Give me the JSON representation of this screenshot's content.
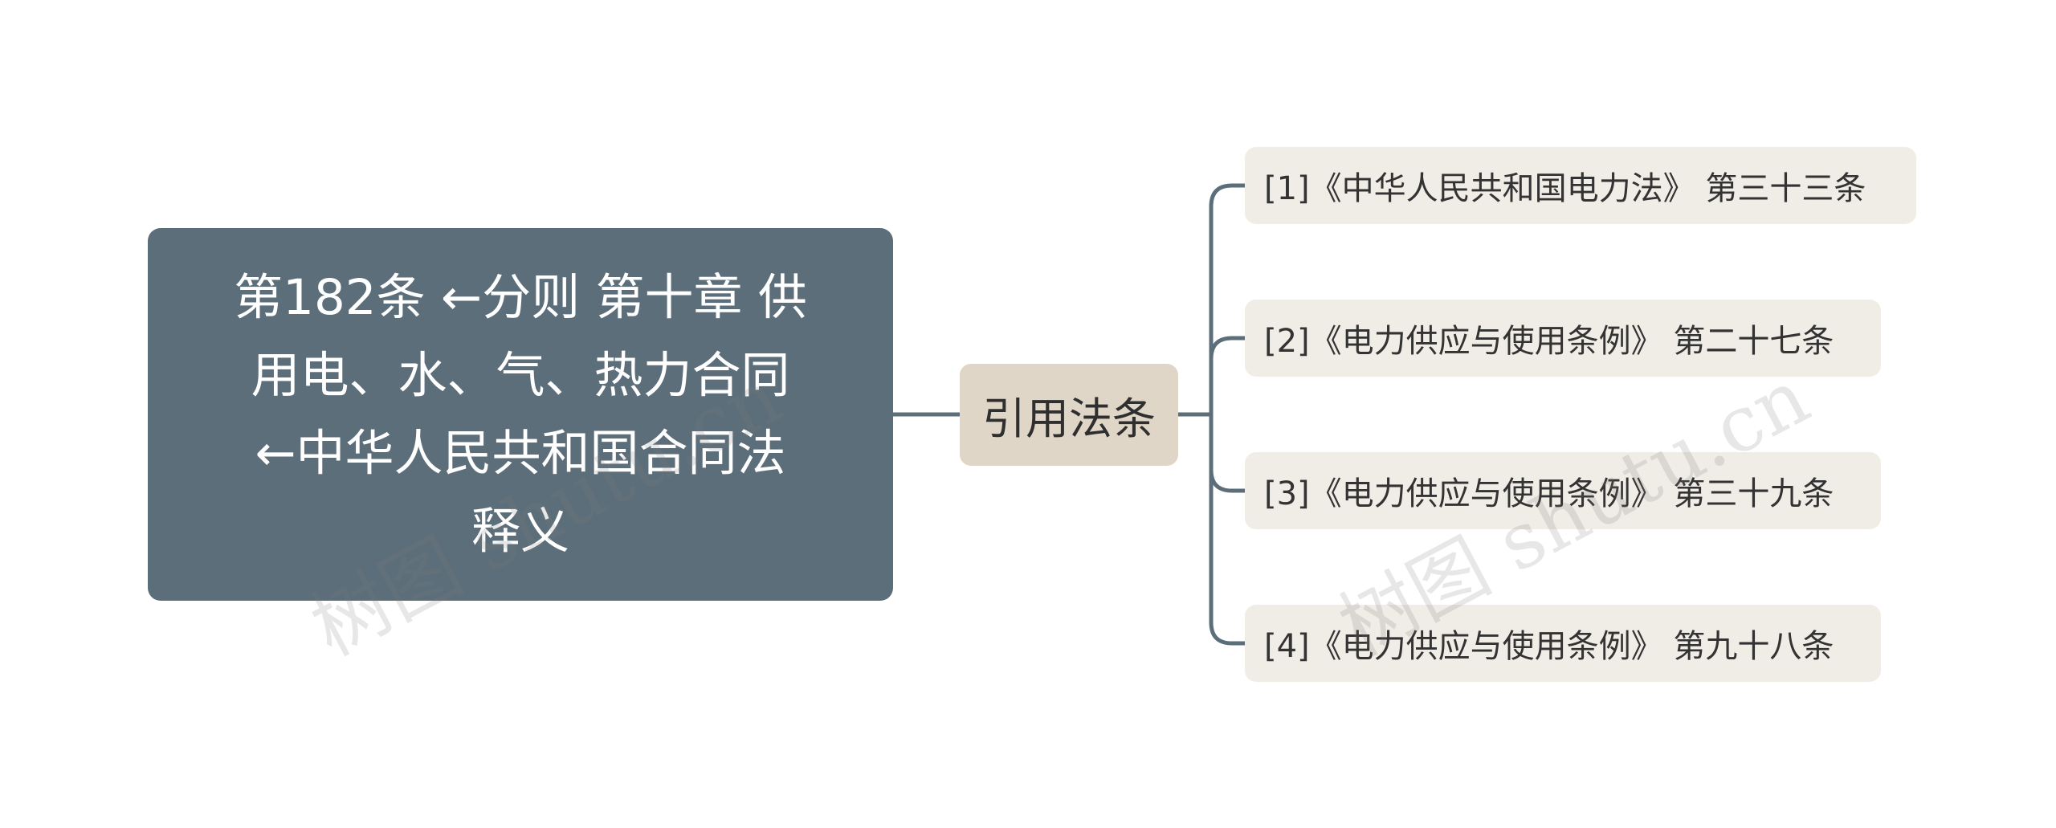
{
  "mindmap": {
    "root": {
      "label": "第182条 ←分则 第十章 供\n用电、水、气、热力合同\n←中华人民共和国合同法\n释义"
    },
    "branch": {
      "label": "引用法条"
    },
    "leaves": [
      {
        "label": "[1]《中华人民共和国电力法》 第三十三条"
      },
      {
        "label": "[2]《电力供应与使用条例》 第二十七条"
      },
      {
        "label": "[3]《电力供应与使用条例》 第三十九条"
      },
      {
        "label": "[4]《电力供应与使用条例》 第九十八条"
      }
    ]
  },
  "watermark": {
    "text": "树图 shutu.cn"
  },
  "colors": {
    "root_bg": "#5d6e7b",
    "branch_bg": "#e0d6c7",
    "leaf_bg": "#f0ece6",
    "connector": "#5d6e7b"
  }
}
